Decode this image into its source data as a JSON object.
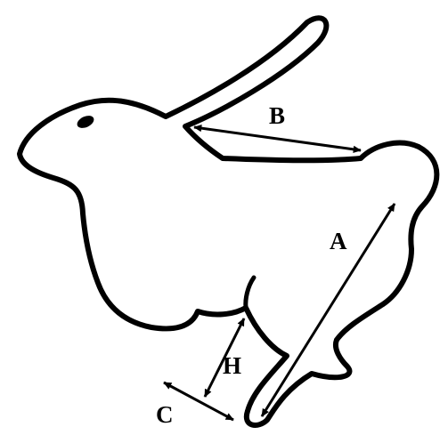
{
  "figure": {
    "colors": {
      "outline": "#000000",
      "fill": "#ffffff",
      "arrow": "#000000"
    },
    "labels": {
      "a": "A",
      "b": "B",
      "c": "C",
      "h": "H"
    }
  }
}
